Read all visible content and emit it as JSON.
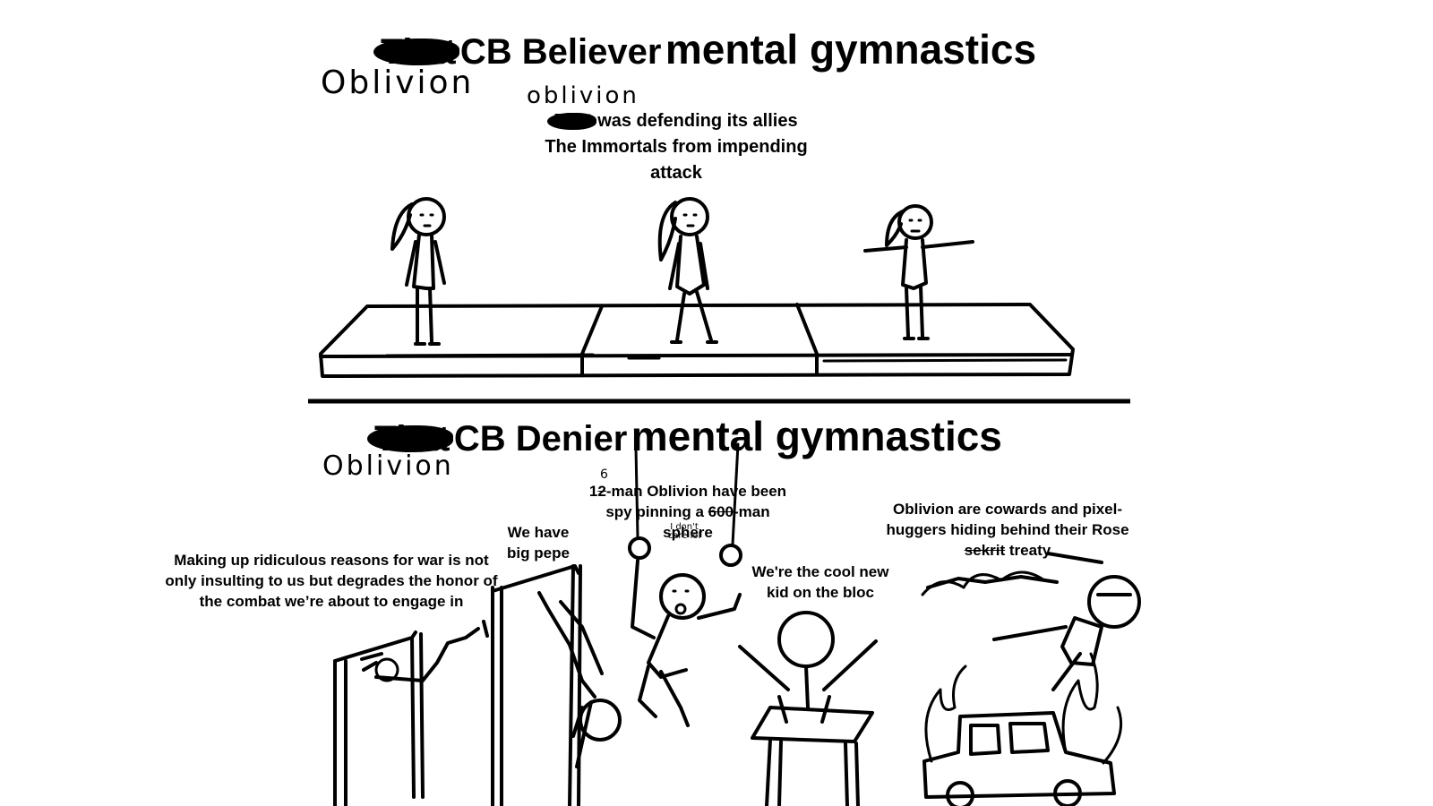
{
  "top": {
    "title_crossed": "That",
    "title_cb": "CB Believer",
    "title_mg": "mental gymnastics",
    "hand_note_1": "Oblivion",
    "hand_note_2": "oblivion",
    "caption_crossed": "That",
    "caption_rest": "was defending its allies",
    "caption_line2": "The Immortals from impending",
    "caption_line3": "attack"
  },
  "bottom": {
    "title_crossed": "That",
    "title_cb": "CB Denier",
    "title_mg": "mental gymnastics",
    "hand_note": "Oblivion",
    "caption_1": "Making up ridiculous reasons for war is not only insulting to us but degrades the honor of the combat we’re about to engage in",
    "caption_2": "We have big pepe",
    "caption_3_pre": "1",
    "caption_3_struck": "2",
    "caption_3_mid": "-man Oblivion have been spy pinning a ",
    "caption_3_struck2": "600",
    "caption_3_post": "-man sphere",
    "caption_3_hand_fix": "6",
    "caption_3_hand_note": "I don't care lol",
    "caption_4": "We're the cool new kid on the bloc",
    "caption_5_pre": "Oblivion are cowards and pixel-huggers hiding behind their Rose ",
    "caption_5_struck": "sekrit",
    "caption_5_post": " treaty"
  }
}
